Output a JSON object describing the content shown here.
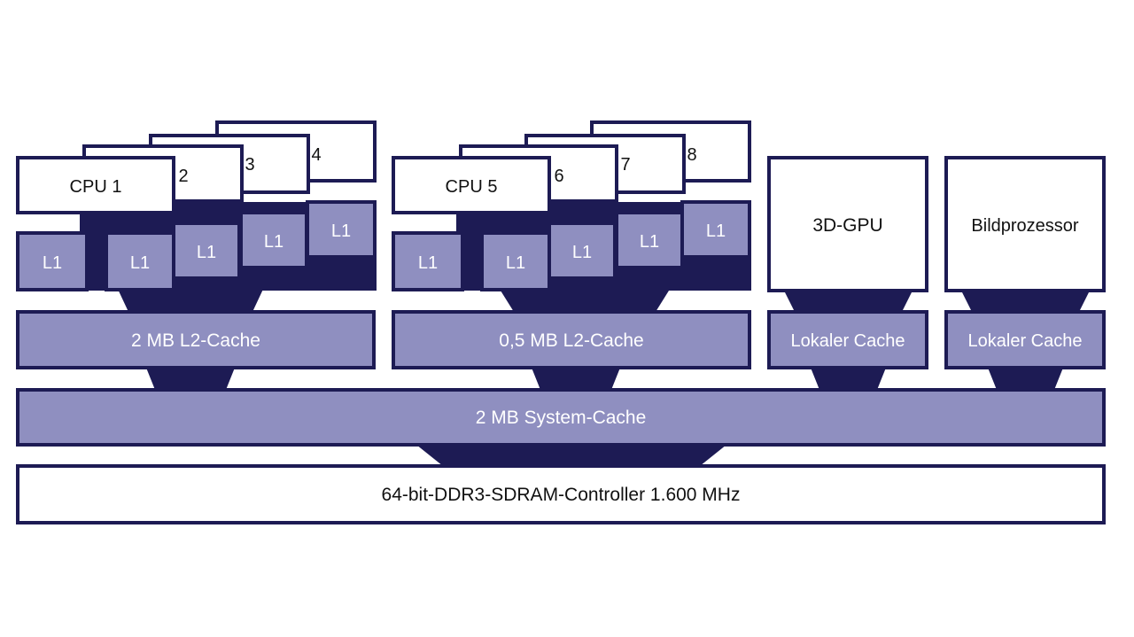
{
  "colors": {
    "navy": "#1d1b54",
    "lavender": "#8f8fc0",
    "white": "#ffffff",
    "text_dark": "#111111",
    "text_light": "#ffffff"
  },
  "cluster_a": {
    "cpu_front": "CPU 1",
    "cpu_2": "2",
    "cpu_3": "3",
    "cpu_4": "4",
    "l1": "L1",
    "l2": "2 MB L2-Cache"
  },
  "cluster_b": {
    "cpu_front": "CPU 5",
    "cpu_6": "6",
    "cpu_7": "7",
    "cpu_8": "8",
    "l1": "L1",
    "l2": "0,5 MB L2-Cache"
  },
  "gpu": {
    "label": "3D-GPU",
    "cache": "Lokaler Cache"
  },
  "image_processor": {
    "label": "Bildprozessor",
    "cache": "Lokaler Cache"
  },
  "system_cache": "2 MB System-Cache",
  "memory_controller": "64-bit-DDR3-SDRAM-Controller 1.600 MHz"
}
